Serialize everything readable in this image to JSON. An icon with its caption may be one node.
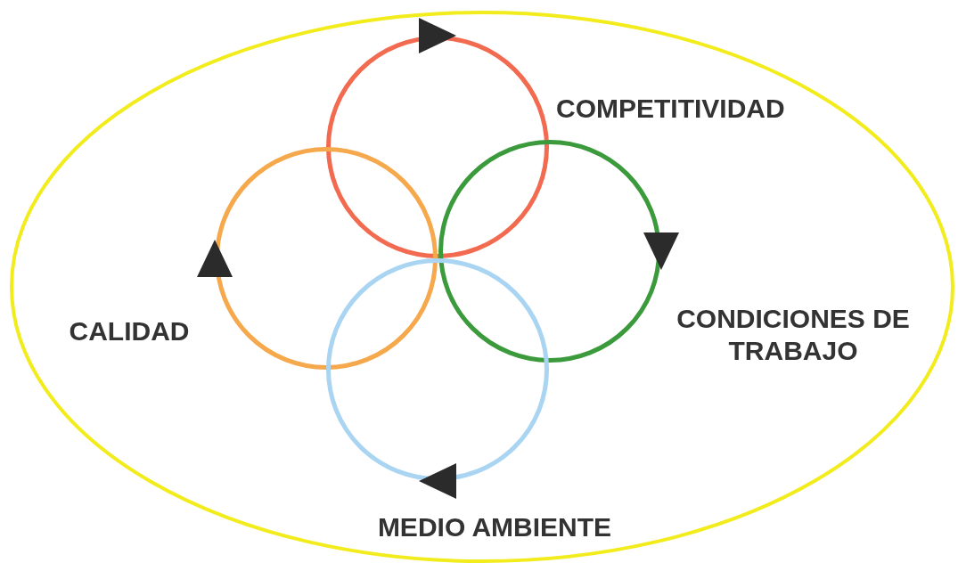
{
  "diagram": {
    "nodes": [
      {
        "text": [],
        "shape": "ellipse"
      },
      {
        "text": [],
        "shape": "circle",
        "in": 0,
        "beside": [
          "COMPETITIVIDAD"
        ]
      },
      {
        "text": [],
        "shape": "circle",
        "in": 0,
        "beside": [
          "CONDICIONES DE TRABAJO"
        ]
      },
      {
        "text": [],
        "shape": "circle",
        "in": 0,
        "beside": [
          "CALIDAD"
        ]
      },
      {
        "text": [],
        "shape": "circle",
        "in": 0,
        "beside": [
          "MEDIO AMBIENTE"
        ]
      }
    ]
  }
}
